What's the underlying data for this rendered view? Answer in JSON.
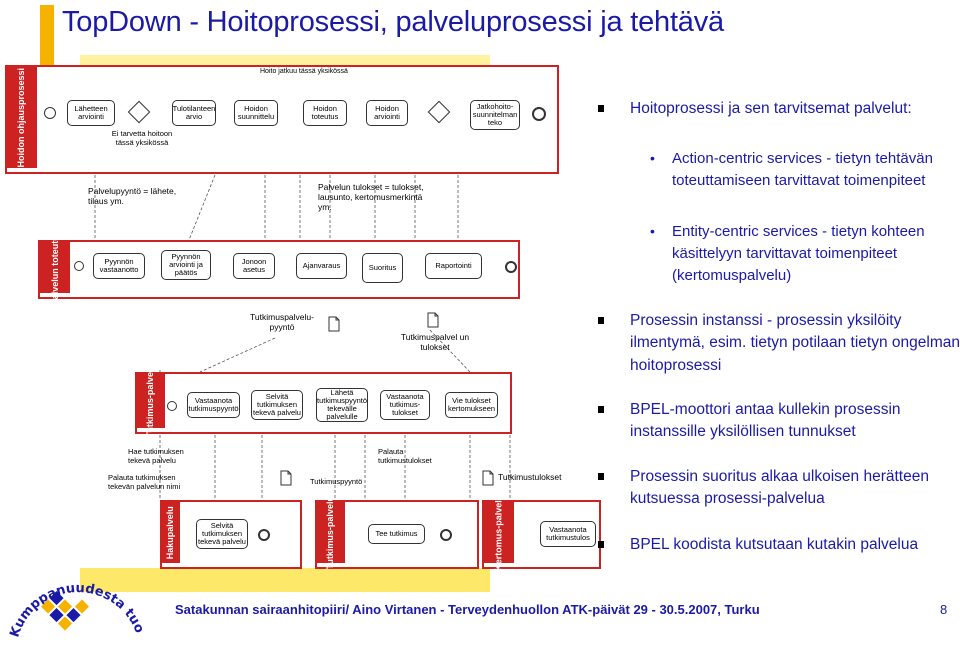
{
  "slide": {
    "title": "TopDown - Hoitoprosessi, palveluprosessi ja tehtävä",
    "footer": "Satakunnan sairaanhitopiiri/ Aino Virtanen - Terveydenhuollon ATK-päivät  29 - 30.5.2007, Turku",
    "page_number": "8",
    "logo_text": "Kumppanuudesta tuottavuutta"
  },
  "colors": {
    "title_text": "#1a1aa6",
    "lane_red": "#cc2222",
    "accent_orange": "#f5b300",
    "accent_yellow": "#fde86a"
  },
  "diagram": {
    "lanes": {
      "care": "Hoidon ohjausprosessi",
      "service": "Palvelun toteutus",
      "research": "Tutkimus-palvelu",
      "search": "Hakupalvelu",
      "research2": "Tutkimus-palvelu",
      "records": "Kertomus-palvelu"
    },
    "care_tasks": [
      "Lähetteen arviointi",
      "Tulotilanteen arvio",
      "Hoidon suunnittelu",
      "Hoidon toteutus",
      "Hoidon arviointi",
      "Jatkohoito-suunnitelman teko"
    ],
    "care_labels": {
      "top": "Hoito jatkuu tässä yksikössä",
      "bottom": "Ei tarvetta hoitoon tässä yksikössä"
    },
    "service_notes": {
      "request": "Palvelupyyntö = lähete, tilaus ym.",
      "results": "Palvelun tulokset = tulokset, lausunto, kertomusmerkintä ym."
    },
    "service_tasks": [
      "Pyynnön vastaanotto",
      "Pyynnön arviointi ja päätös",
      "Jonoon asetus",
      "Ajanvaraus",
      "Suoritus",
      "Raportointi"
    ],
    "research_docs": {
      "request": "Tutkimuspalvelu-pyyntö",
      "results": "Tutkimuspalvel un tulokset"
    },
    "research_tasks": [
      "Vastaanota tutkimuspyyntö",
      "Selvitä tutkimuksen tekevä palvelu",
      "Lähetä tutkimuspyyntö tekevälle palvelulle",
      "Vastaanota tutkimus-tulokset",
      "Vie tulokset kertomukseen"
    ],
    "messages": {
      "find": "Hae tutkimuksen tekevä palvelu",
      "return": "Palauta tutkimuksen tekevän palvelun nimi",
      "return_results": "Palauta tutkimustulokset",
      "request": "Tutkimuspyyntö",
      "results": "Tutkimustulokset"
    },
    "bottom_tasks": {
      "search": "Selvitä tutkimuksen tekevä palvelu",
      "research": "Tee tutkimus",
      "records": "Vastaanota tutkimustulos"
    }
  },
  "bullets": [
    {
      "text": "Hoitoprosessi ja sen tarvitsemat palvelut:",
      "subs": [
        "Action-centric services - tietyn tehtävän toteuttamiseen tarvittavat toimenpiteet",
        "Entity-centric services - tietyn kohteen käsittelyyn tarvittavat toimenpiteet (kertomuspalvelu)"
      ]
    },
    {
      "text": "Prosessin instanssi - prosessin yksilöity ilmentymä, esim. tietyn potilaan tietyn ongelman hoitoprosessi",
      "subs": []
    },
    {
      "text": "BPEL-moottori antaa kullekin prosessin instanssille yksilöllisen tunnukset",
      "subs": []
    },
    {
      "text": "Prosessin suoritus alkaa ulkoisen herätteen kutsuessa prosessi-palvelua",
      "subs": []
    },
    {
      "text": "BPEL koodista kutsutaan kutakin palvelua",
      "subs": []
    }
  ]
}
